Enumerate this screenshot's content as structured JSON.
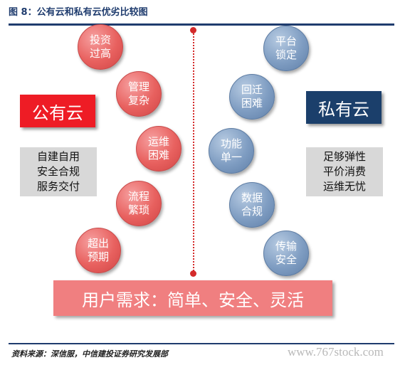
{
  "figure_title": "图 8：公有云和私有云优劣比较图",
  "public_cloud": {
    "label": "公有云",
    "features": "自建自用\n安全合规\n服务交付",
    "bubbles": [
      "投资\n过高",
      "管理\n复杂",
      "运维\n困难",
      "流程\n繁琐",
      "超出\n预期"
    ]
  },
  "private_cloud": {
    "label": "私有云",
    "features": "足够弹性\n平价消费\n运维无忧",
    "bubbles": [
      "平台\n锁定",
      "回迁\n困难",
      "功能\n单一",
      "数据\n合规",
      "传输\n安全"
    ]
  },
  "user_demand": "用户需求：简单、安全、灵活",
  "source": "资料来源：深信服，中信建投证券研究发展部",
  "watermark": "www.767stock.com",
  "colors": {
    "title_blue": "#1f3c6e",
    "public_red": "#ee1c25",
    "private_navy": "#1b3f6b",
    "bubble_red": "#e8615f",
    "bubble_blue": "#7f9dc2",
    "banner_pink": "#f07f80"
  }
}
